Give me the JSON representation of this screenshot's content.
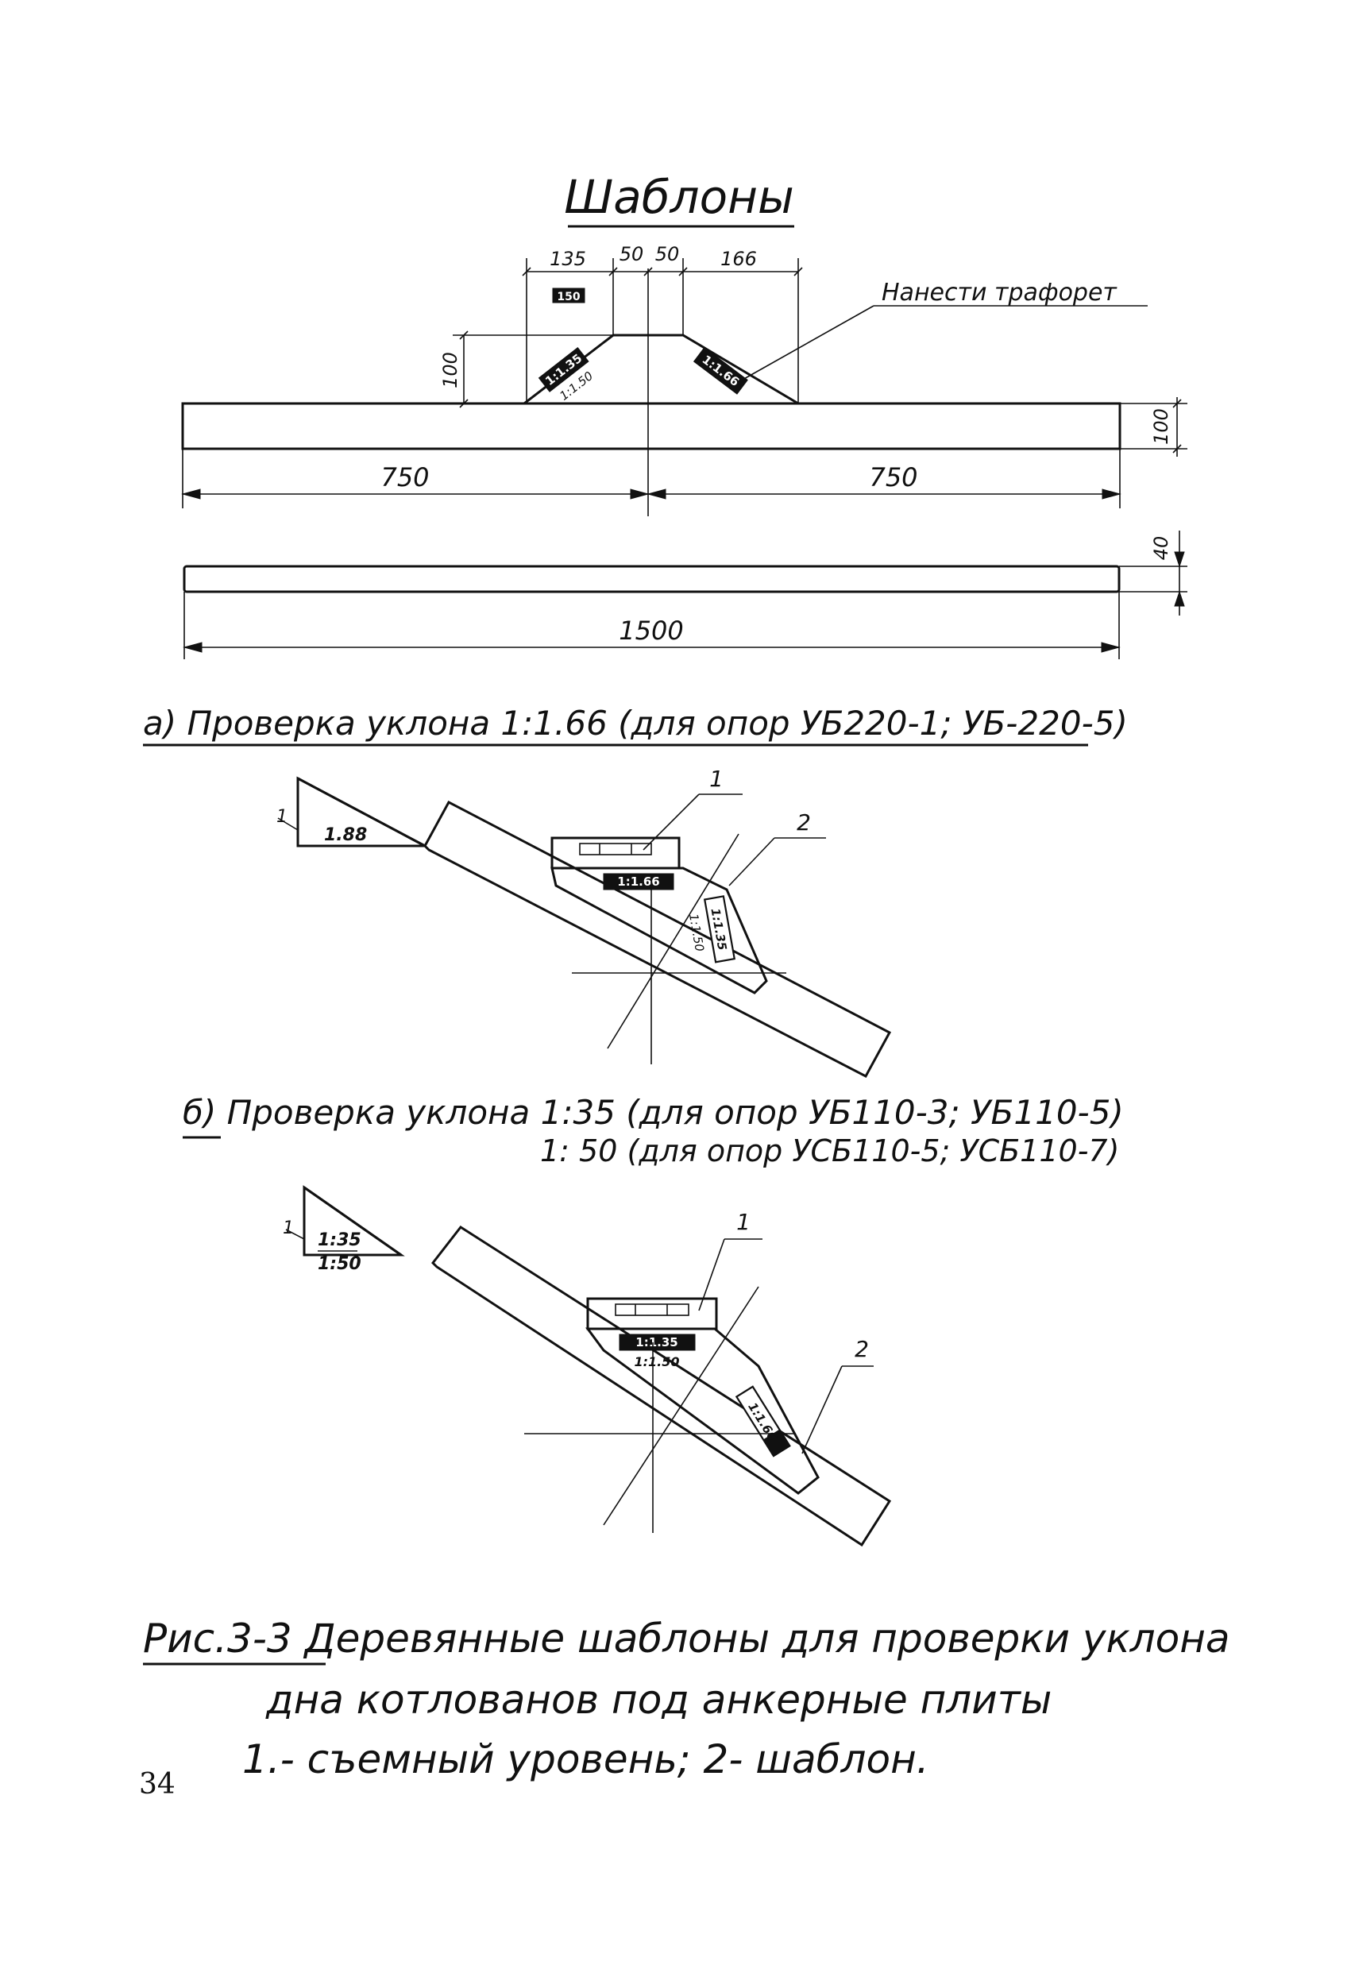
{
  "title": "Шаблоны",
  "top_view": {
    "dims_top": [
      "135",
      "50",
      "50",
      "166"
    ],
    "stamp_label": "150",
    "height_left": "100",
    "height_right": "100",
    "span_left": "750",
    "span_right": "750",
    "slope_left_upper": "1:1.35",
    "slope_left_lower": "1:1.50",
    "slope_right": "1:1.66",
    "stencil_note": "Нанести трафорет"
  },
  "bar_view": {
    "thickness": "40",
    "length": "1500"
  },
  "section_a": {
    "caption": "а) Проверка уклона 1:1.66 (для опор УБ220-1; УБ-220-5)",
    "slope_mark": "1",
    "slope_ratio": "1.88",
    "callout_1": "1",
    "callout_2": "2",
    "label_level": "1:1.66",
    "label_template_a": "1:1.35",
    "label_template_b": "1:1.50"
  },
  "section_b": {
    "caption_line1": "б) Проверка уклона 1:35 (для опор УБ110-3; УБ110-5)",
    "caption_line2": "1: 50 (для опор УСБ110-5; УСБ110-7)",
    "slope_mark": "1",
    "slope_ratio_1": "1:35",
    "slope_ratio_2": "1:50",
    "callout_1": "1",
    "callout_2": "2",
    "label_level_a": "1:1.35",
    "label_level_b": "1:1.50",
    "label_template": "1:1.66"
  },
  "figure_caption": {
    "line1": "Рис.3-3  Деревянные шаблоны для проверки уклона",
    "line2": "дна котлованов под анкерные плиты",
    "line3": "1.- съемный уровень; 2- шаблон."
  },
  "page_number": "34"
}
